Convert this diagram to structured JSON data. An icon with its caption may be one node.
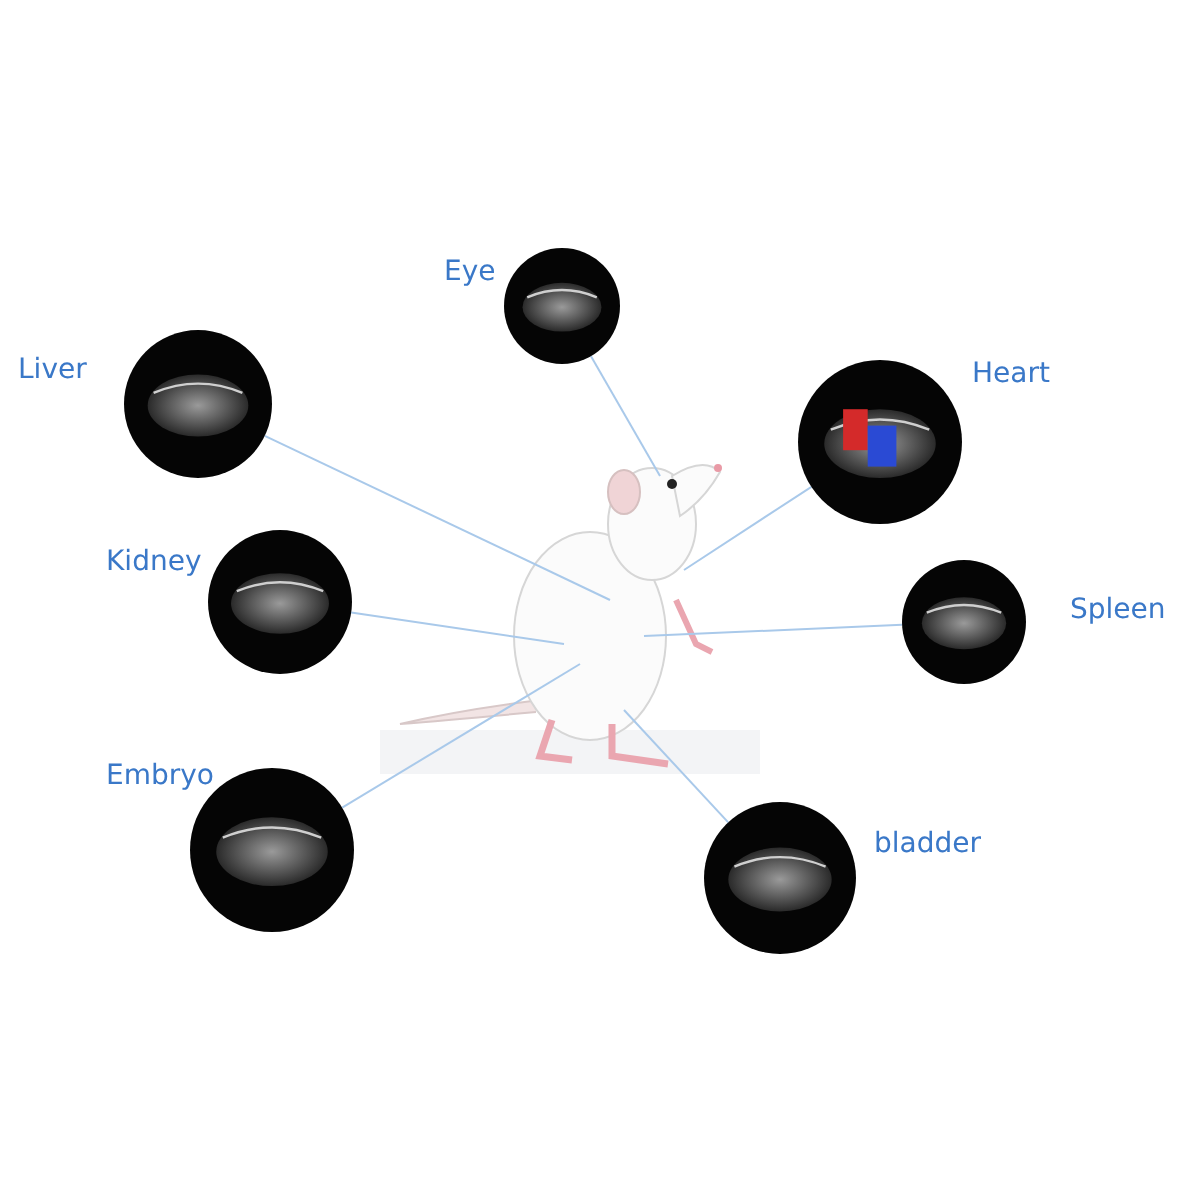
{
  "diagram": {
    "nodes": [
      {
        "text": [
          "Eye"
        ]
      },
      {
        "text": [
          "Liver"
        ]
      },
      {
        "text": [
          "Heart"
        ]
      },
      {
        "text": [
          "Kidney"
        ]
      },
      {
        "text": [
          "Spleen"
        ]
      },
      {
        "text": [
          "Embryo"
        ]
      },
      {
        "text": [
          "bladder"
        ]
      }
    ],
    "edges": [
      {
        "from": 0,
        "to": null,
        "arrow": "none"
      },
      {
        "from": 1,
        "to": null,
        "arrow": "none"
      },
      {
        "from": 2,
        "to": null,
        "arrow": "none"
      },
      {
        "from": 3,
        "to": null,
        "arrow": "none"
      },
      {
        "from": 4,
        "to": null,
        "arrow": "none"
      },
      {
        "from": 5,
        "to": null,
        "arrow": "none"
      },
      {
        "from": 6,
        "to": null,
        "arrow": "none"
      }
    ]
  }
}
